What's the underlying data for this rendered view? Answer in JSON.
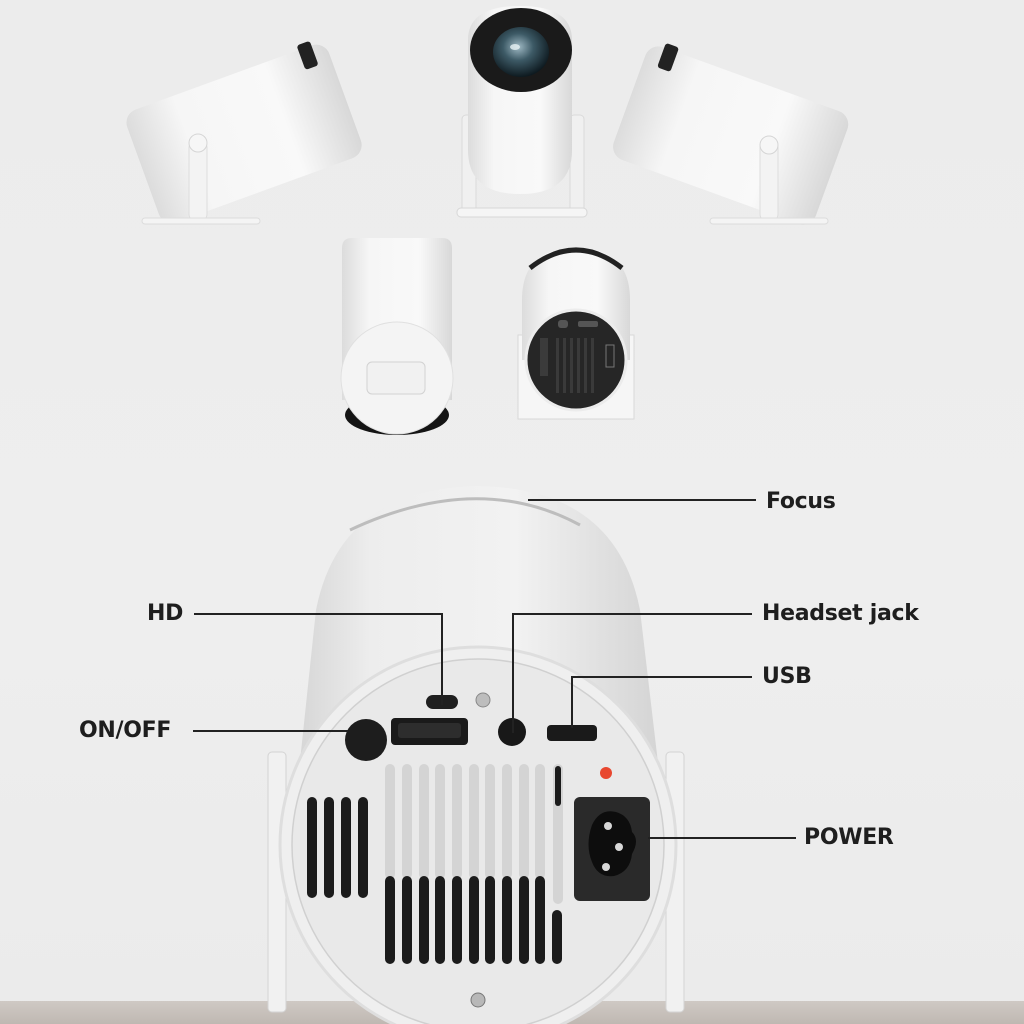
{
  "figure": {
    "subject": "Mini portable projector",
    "top_row_views": [
      {
        "id": "tilted-left",
        "description": "projector tilted left on stand"
      },
      {
        "id": "front-lens",
        "description": "projector front view showing lens"
      },
      {
        "id": "tilted-right",
        "description": "projector tilted right on stand"
      }
    ],
    "middle_row_views": [
      {
        "id": "top-view",
        "description": "projector top view"
      },
      {
        "id": "rear-small",
        "description": "projector rear panel view"
      }
    ],
    "callouts": [
      {
        "id": "focus",
        "label": "Focus"
      },
      {
        "id": "hd",
        "label": "HD"
      },
      {
        "id": "headset-jack",
        "label": "Headset jack"
      },
      {
        "id": "usb",
        "label": "USB"
      },
      {
        "id": "on-off",
        "label": "ON/OFF"
      },
      {
        "id": "power",
        "label": "POWER"
      }
    ],
    "colors": {
      "background": "#ececec",
      "body": "#f7f7f7",
      "dark_port": "#1c1c1c",
      "indicator_led": "#e8472f",
      "leader_line": "#222222",
      "label_text": "#1e1e1e",
      "floor": "#c8c1bb"
    }
  }
}
